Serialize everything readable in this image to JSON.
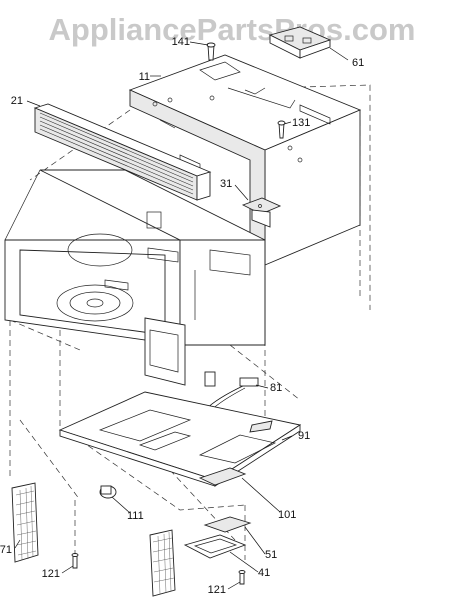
{
  "watermark": "AppliancePartsPros.com",
  "parts": {
    "p11": "11",
    "p21": "21",
    "p31": "31",
    "p41": "41",
    "p51": "51",
    "p61": "61",
    "p71": "71",
    "p81": "81",
    "p91": "91",
    "p101": "101",
    "p111": "111",
    "p121a": "121",
    "p121b": "121",
    "p131": "131",
    "p141": "141"
  }
}
